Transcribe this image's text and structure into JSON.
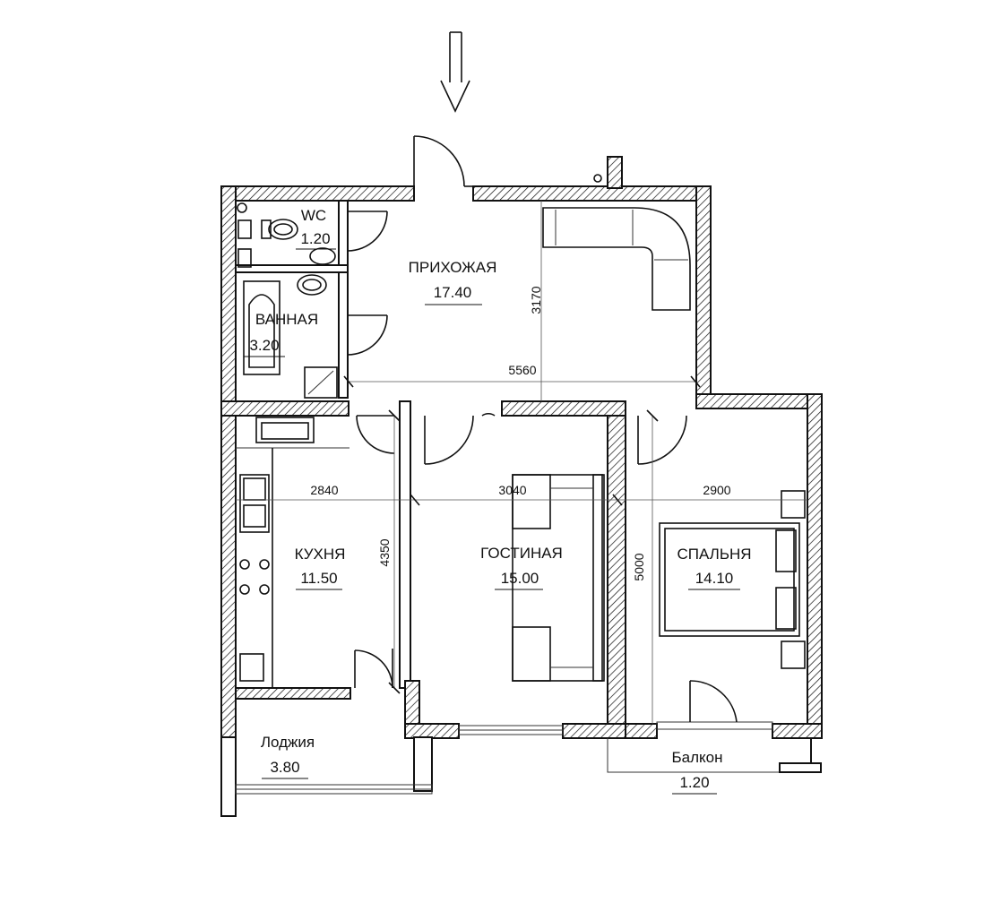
{
  "rooms": {
    "wc": {
      "name": "WC",
      "area": "1.20"
    },
    "bath": {
      "name": "ВАННАЯ",
      "area": "3.20"
    },
    "hall": {
      "name": "ПРИХОЖАЯ",
      "area": "17.40"
    },
    "kitchen": {
      "name": "КУХНЯ",
      "area": "11.50"
    },
    "living": {
      "name": "ГОСТИНАЯ",
      "area": "15.00"
    },
    "bedroom": {
      "name": "СПАЛЬНЯ",
      "area": "14.10"
    },
    "loggia": {
      "name": "Лоджия",
      "area": "3.80"
    },
    "balcony": {
      "name": "Балкон",
      "area": "1.20"
    }
  },
  "dimensions": {
    "hall_height": "3170",
    "hall_width": "5560",
    "kitchen_width": "2840",
    "living_width": "3040",
    "bedroom_width": "2900",
    "kitchen_height": "4350",
    "bedroom_height": "5000"
  },
  "icons": {
    "entrance": "down-arrow-icon"
  }
}
